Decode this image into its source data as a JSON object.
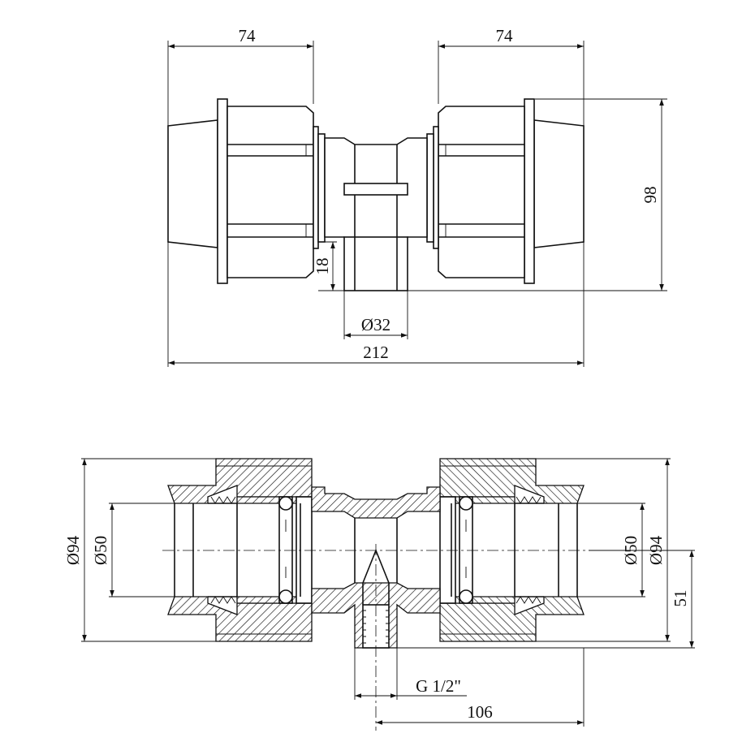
{
  "top_view": {
    "dims": {
      "left_nut_length": "74",
      "right_nut_length": "74",
      "height": "98",
      "outlet_height": "18",
      "outlet_diameter": "Ø32",
      "total_length": "212"
    }
  },
  "section_view": {
    "dims": {
      "left_outer_diameter": "Ø94",
      "left_pipe_diameter": "Ø50",
      "right_pipe_diameter": "Ø50",
      "right_outer_diameter": "Ø94",
      "outlet_offset": "51",
      "thread": "G 1/2\"",
      "half_length": "106"
    }
  }
}
